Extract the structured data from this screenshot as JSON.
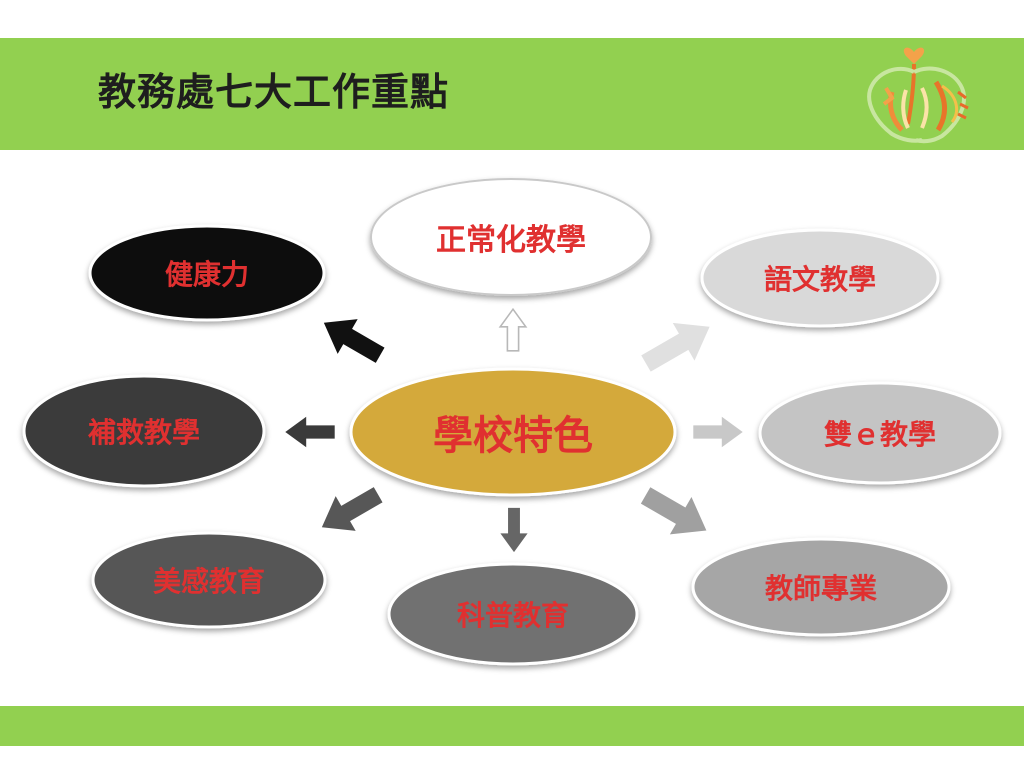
{
  "slide": {
    "title": "教務處七大工作重點"
  },
  "diagram": {
    "center": {
      "label": "學校特色"
    },
    "nodes": [
      {
        "id": "normal-teaching",
        "label": "正常化教學"
      },
      {
        "id": "language",
        "label": "語文教學"
      },
      {
        "id": "e-learning",
        "label": "雙ｅ教學"
      },
      {
        "id": "teacher-pro",
        "label": "教師專業"
      },
      {
        "id": "science",
        "label": "科普教育"
      },
      {
        "id": "aesthetic",
        "label": "美感教育"
      },
      {
        "id": "remedial",
        "label": "補救教學"
      },
      {
        "id": "health",
        "label": "健康力"
      }
    ]
  },
  "colors": {
    "band": "#92d050",
    "label_text": "#e03030",
    "center_fill": "#d4a93a",
    "center_text": "#e03030"
  },
  "icons": {
    "logo": "school-logo-heart-figures"
  }
}
